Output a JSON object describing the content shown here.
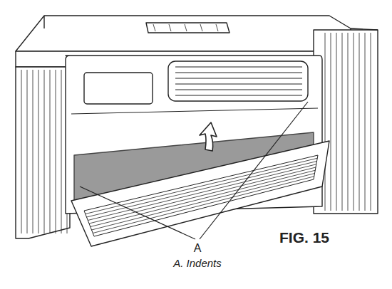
{
  "diagram": {
    "labels": [
      "A",
      "A. Indents",
      "FIG. 15"
    ]
  }
}
